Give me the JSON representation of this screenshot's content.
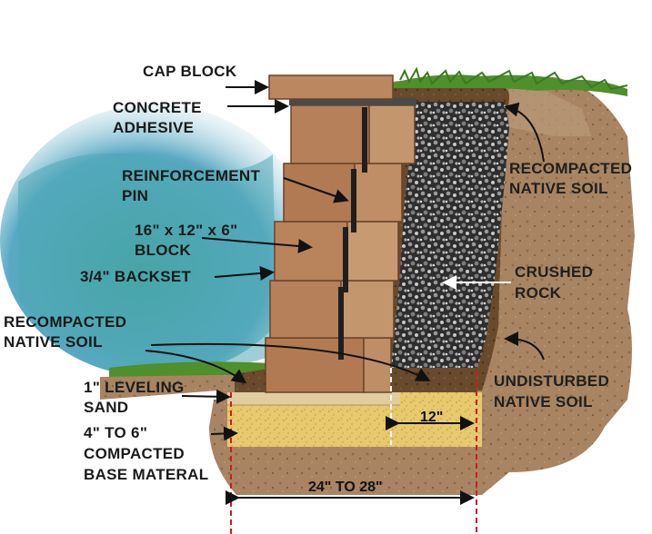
{
  "labels": {
    "cap_block": "CAP BLOCK",
    "concrete_adhesive_1": "CONCRETE",
    "concrete_adhesive_2": "ADHESIVE",
    "reinforcement_pin_1": "REINFORCEMENT",
    "reinforcement_pin_2": "PIN",
    "block_size_1": "16\" x 12\" x 6\"",
    "block_size_2": "BLOCK",
    "backset": "3/4\" BACKSET",
    "recompacted_left_1": "RECOMPACTED",
    "recompacted_left_2": "NATIVE SOIL",
    "leveling_sand_1": "1\" LEVELING",
    "leveling_sand_2": "SAND",
    "base_material_1": "4\" TO 6\"",
    "base_material_2": "COMPACTED",
    "base_material_3": "BASE MATERAL",
    "recompacted_right_1": "RECOMPACTED",
    "recompacted_right_2": "NATIVE SOIL",
    "crushed_rock_1": "CRUSHED",
    "crushed_rock_2": "ROCK",
    "undisturbed_1": "UNDISTURBED",
    "undisturbed_2": "NATIVE SOIL"
  },
  "dimensions": {
    "gravel_width": "12\"",
    "trench_width": "24\" TO 28\""
  },
  "colors": {
    "block": "#b5805a",
    "soil": "#a88463",
    "gravel": "#3a3a3a",
    "sand": "#e5c770",
    "water": "#4fa8b4",
    "grass": "#4f8f2c",
    "dim_line": "#c81e1e"
  }
}
